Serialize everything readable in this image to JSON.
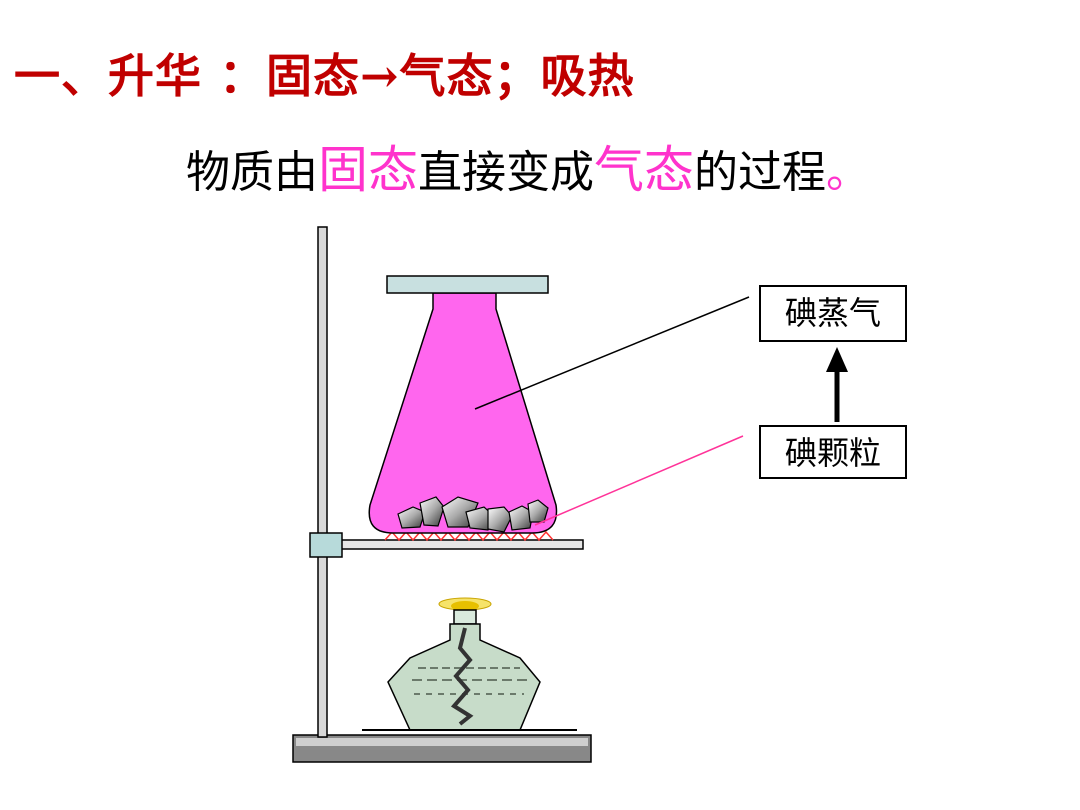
{
  "header": {
    "title": "一、升华 ：固态→气态；吸热"
  },
  "definition": {
    "part1": "物质由",
    "solid": "固态",
    "part2": "直接变成",
    "gas": "气态",
    "part3": "的过程",
    "end": "。"
  },
  "labels": {
    "vapor": "碘蒸气",
    "grains": "碘颗粒"
  },
  "colors": {
    "title": "#c00000",
    "highlight": "#ff33cc",
    "flask": "#ff66ee",
    "plate": "#c8e0e0"
  }
}
